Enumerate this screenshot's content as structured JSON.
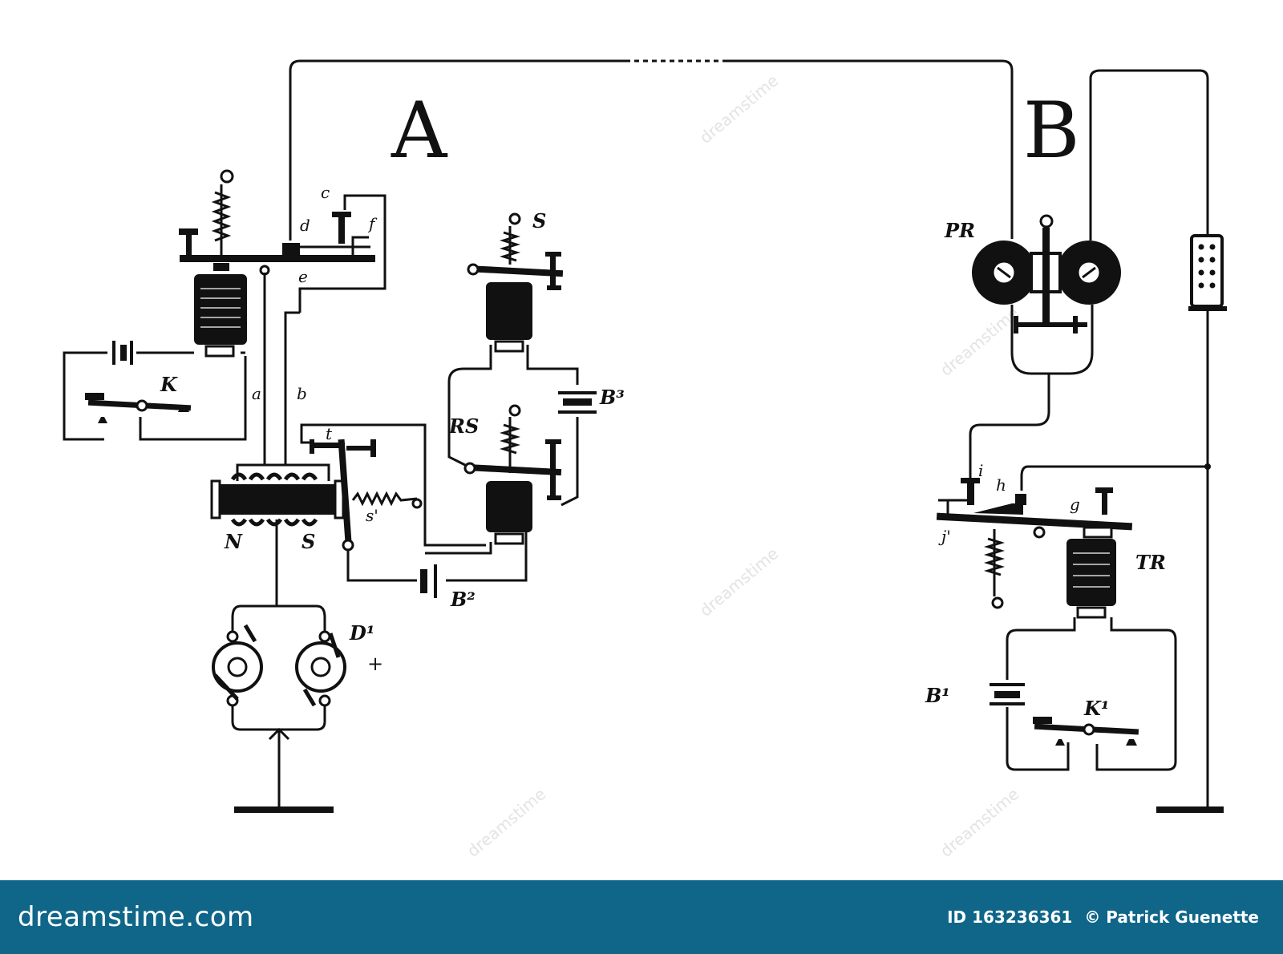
{
  "diagram": {
    "labels": {
      "station_a": "A",
      "station_b": "B",
      "key_k": "K",
      "wire_a": "a",
      "wire_b": "b",
      "contact_c": "c",
      "contact_d": "d",
      "contact_e": "e",
      "contact_f": "f",
      "sounder_s": "S",
      "relay_sounder": "RS",
      "battery_b3": "B³",
      "contact_t": "t",
      "spring_s_prime": "s'",
      "pole_n": "N",
      "pole_s": "S",
      "battery_b2": "B²",
      "dynamo_d1": "D¹",
      "plus_sign": "+",
      "polar_relay": "PR",
      "contact_i": "i",
      "contact_h": "h",
      "contact_g": "g",
      "contact_j": "j'",
      "transmitter_relay": "TR",
      "battery_b1": "B¹",
      "key_k1": "K¹"
    }
  },
  "watermark": {
    "text": "dreamstime"
  },
  "footer": {
    "brand": "dreamstime.com",
    "image_id": "ID 163236361",
    "author": "© Patrick Guenette",
    "background_color": "#0f6689"
  }
}
